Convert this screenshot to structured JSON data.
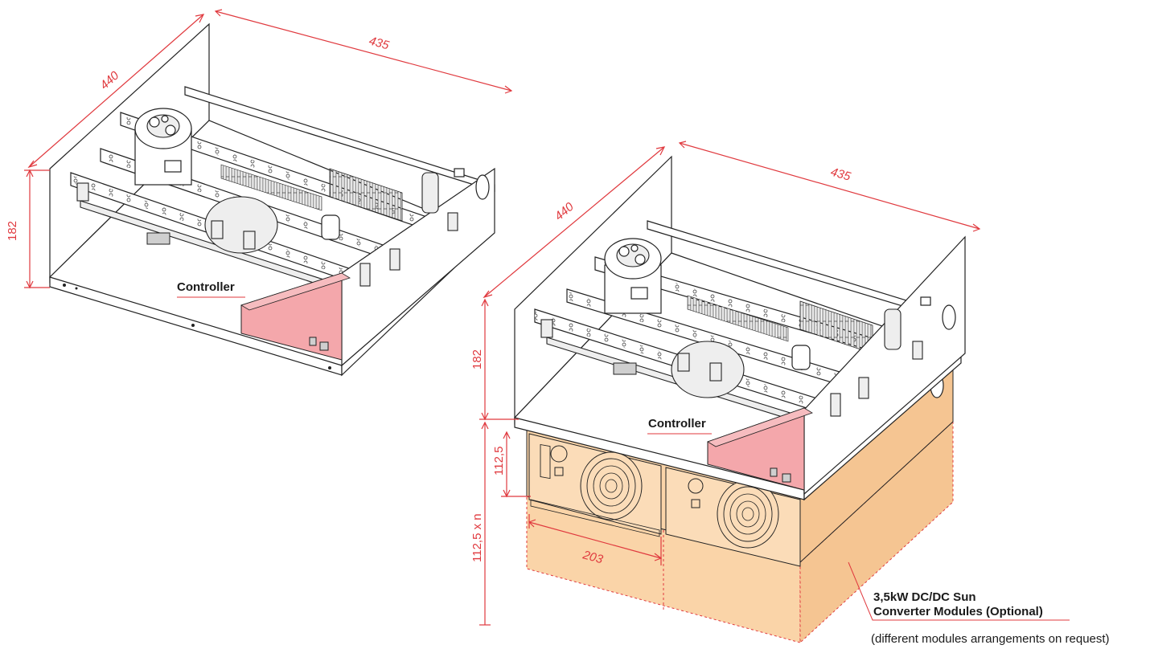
{
  "colors": {
    "dimension": "#e0393e",
    "controller_highlight": "#f4a7ab",
    "module_fill": "#fad4a8",
    "module_dotted": "#e0393e",
    "line": "#222222"
  },
  "left_unit": {
    "dims": {
      "depth": "440",
      "width": "435",
      "height": "182"
    },
    "controller_label": "Controller"
  },
  "right_unit": {
    "dims": {
      "depth": "440",
      "width": "435",
      "height": "182",
      "module_height": "112,5",
      "module_stack": "112,5 x n",
      "module_width": "203"
    },
    "controller_label": "Controller",
    "modules_label_line1": "3,5kW DC/DC Sun",
    "modules_label_line2": "Converter Modules (Optional)",
    "note": "(different modules arrangements on request)"
  },
  "icons": [
    "fan-icon",
    "capacitor-icon",
    "terminal-block-icon",
    "busbar-icon"
  ]
}
